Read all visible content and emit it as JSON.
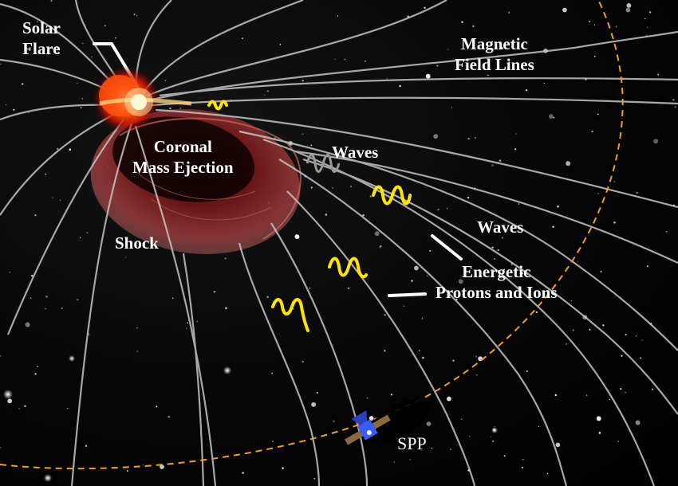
{
  "labels": {
    "solar_flare": [
      "Solar",
      "Flare"
    ],
    "magnetic_field_lines": [
      "Magnetic",
      "Field Lines"
    ],
    "cme": [
      "Coronal",
      "Mass Ejection"
    ],
    "shock": "Shock",
    "waves_upper": "Waves",
    "waves_right": "Waves",
    "energetic": [
      "Energetic",
      "Protons and Ions"
    ],
    "spp": "SPP"
  },
  "colors": {
    "background": "#000000",
    "field_line": "#c8c8c8",
    "orbit": "#f0a020",
    "wave": "#ffe400",
    "cme_fill": "#8a2020",
    "flare_core": "#ffffff",
    "flare_glow": "#ff3000",
    "spacecraft_body": "#3a5cff",
    "spacecraft_panel": "#8a6a40"
  },
  "icons": {
    "sun": "solar-flare-icon",
    "spacecraft": "spacecraft-icon"
  }
}
